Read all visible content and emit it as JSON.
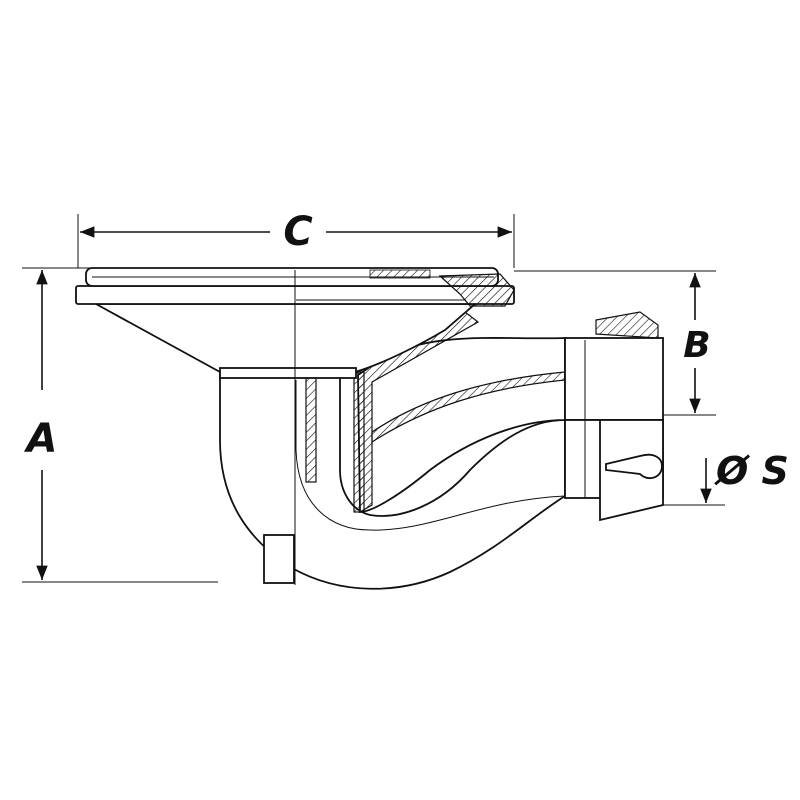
{
  "diagram": {
    "labels": {
      "A": "A",
      "B": "B",
      "C": "C",
      "S": "Ø S"
    },
    "colors": {
      "line": "#111111",
      "background": "#ffffff"
    }
  }
}
